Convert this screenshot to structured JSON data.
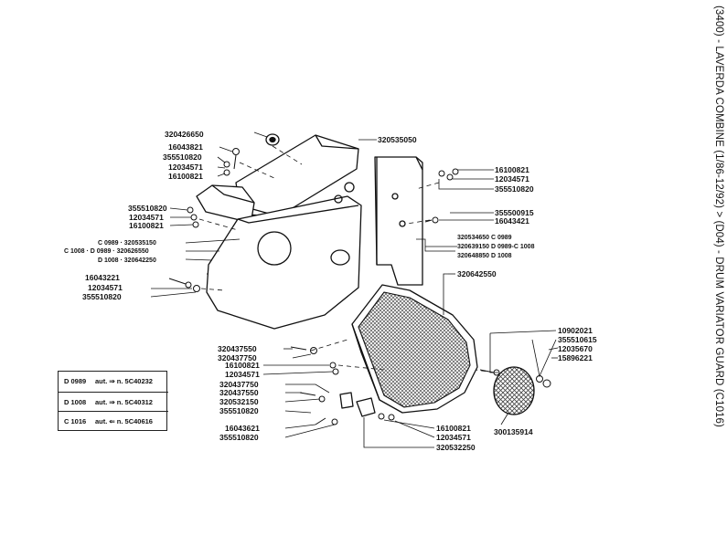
{
  "title": "(3400) - LAVERDA COMBINE (1/86-12/92) > (D04) - DRUM VARIATOR GUARD (C1016)",
  "part_labels": [
    "320426650",
    "16043821",
    "355510820",
    "12034571",
    "16100821",
    "355510820",
    "12034571",
    "16100821",
    "C 0989 · 320535150",
    "C 1008 · D 0989 · 320626550",
    "D 1008 · 320642250",
    "16043221",
    "12034571",
    "355510820",
    "320535050",
    "16100821",
    "12034571",
    "355510820",
    "355500915",
    "16043421",
    "320534650 C 0989",
    "320639150 D 0989-C 1008",
    "320648850 D 1008",
    "320642550",
    "10902021",
    "355510615",
    "12035670",
    "15896221",
    "320437550",
    "320437750",
    "16100821",
    "12034571",
    "320437750",
    "320437550",
    "320532150",
    "355510820",
    "16043621",
    "355510820",
    "16100821",
    "12034571",
    "320532250",
    "300135914"
  ],
  "legend": [
    {
      "model": "D 0989",
      "text": "aut. ⇒ n. 5C40232"
    },
    {
      "model": "D 1008",
      "text": "aut. ⇒ n. 5C40312"
    },
    {
      "model": "C 1016",
      "text": "aut. ⇐ n. 5C40616"
    }
  ]
}
